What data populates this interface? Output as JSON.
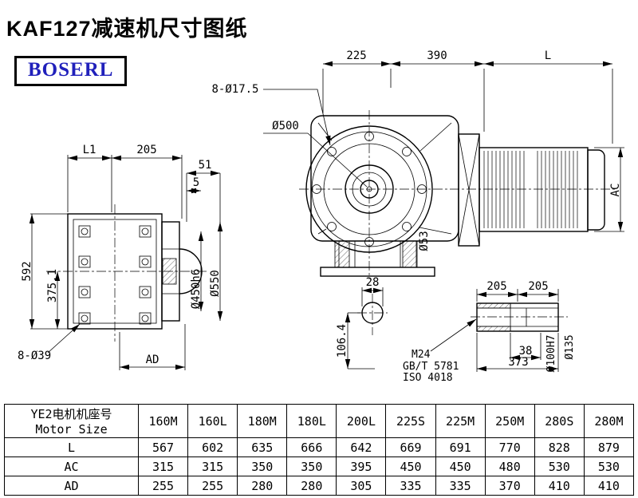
{
  "page": {
    "title": "KAF127减速机尺寸图纸"
  },
  "logo": {
    "text": "BOSERL",
    "color": "#2020bb"
  },
  "drawing": {
    "front": {
      "dim_225": "225",
      "dim_390": "390",
      "dim_L": "L",
      "bolt_pattern": "8-Ø17.5",
      "flange_dia": "Ø500",
      "motor_height": "AC",
      "output_dia": "Ø53"
    },
    "side": {
      "dim_L1": "L1",
      "dim_205": "205",
      "dim_51": "51",
      "dim_5": "5",
      "dim_592": "592",
      "dim_375_1": "375.1",
      "bolt_pattern": "8-Ø39",
      "dim_AD": "AD",
      "spigot_dia": "Ø450h6",
      "flange_od": "Ø550"
    },
    "section": {
      "dim_28": "28",
      "dim_106_4": "106.4",
      "thread": "M24",
      "std1": "GB/T 5781",
      "std2": "ISO 4018"
    },
    "shaft": {
      "dim_205a": "205",
      "dim_205b": "205",
      "dim_38": "38",
      "dim_373": "373",
      "bore_dia": "Ø100H7",
      "hub_dia": "Ø135"
    }
  },
  "table": {
    "header": {
      "line1": "YE2电机机座号",
      "line2": "Motor Size"
    },
    "columns": [
      "160M",
      "160L",
      "180M",
      "180L",
      "200L",
      "225S",
      "225M",
      "250M",
      "280S",
      "280M"
    ],
    "rows": [
      {
        "label": "L",
        "values": [
          "567",
          "602",
          "635",
          "666",
          "642",
          "669",
          "691",
          "770",
          "828",
          "879"
        ]
      },
      {
        "label": "AC",
        "values": [
          "315",
          "315",
          "350",
          "350",
          "395",
          "450",
          "450",
          "480",
          "530",
          "530"
        ]
      },
      {
        "label": "AD",
        "values": [
          "255",
          "255",
          "280",
          "280",
          "305",
          "335",
          "335",
          "370",
          "410",
          "410"
        ]
      }
    ]
  }
}
